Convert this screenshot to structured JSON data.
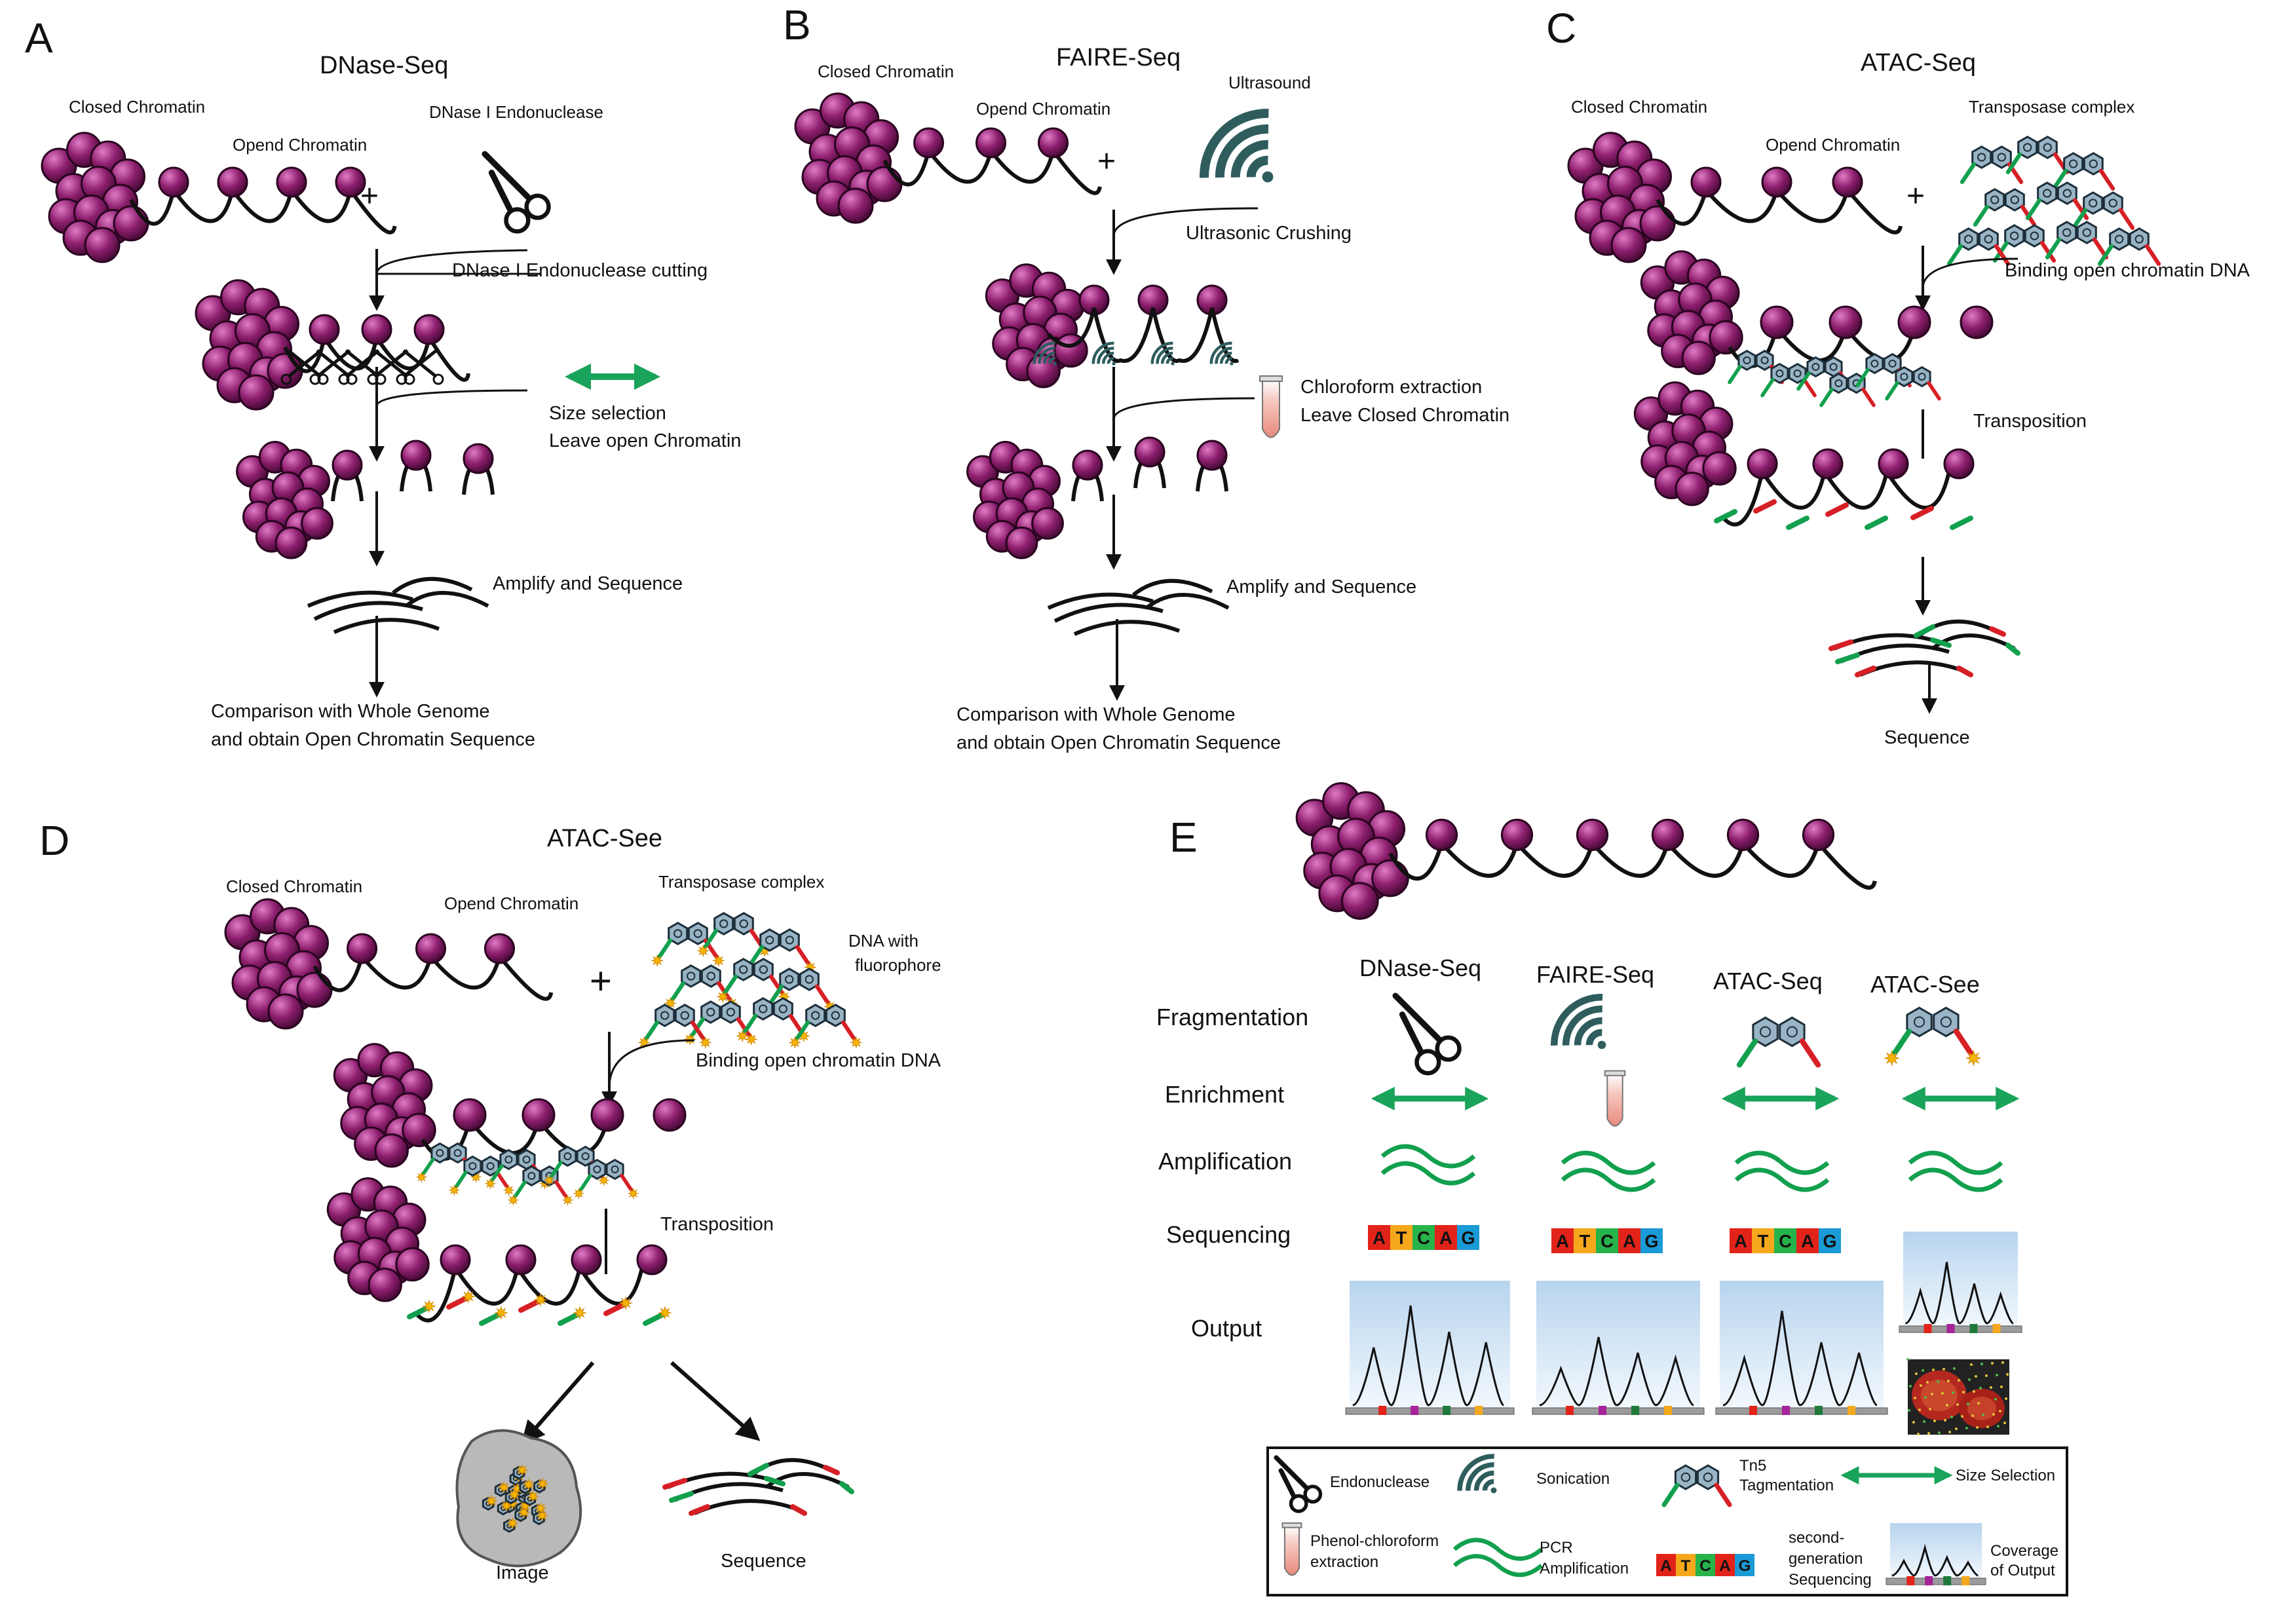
{
  "panels": {
    "A": {
      "letter": "A",
      "title": "DNase-Seq",
      "closed": "Closed Chromatin",
      "open": "Opend Chromatin",
      "reagent": "DNase I Endonuclease",
      "step1": "DNase I Endonuclease cutting",
      "step2a": "Size selection",
      "step2b": "Leave open Chromatin",
      "step3": "Amplify and Sequence",
      "out1": "Comparison with  Whole Genome",
      "out2": "and obtain Open Chromatin Sequence"
    },
    "B": {
      "letter": "B",
      "title": "FAIRE-Seq",
      "closed": "Closed Chromatin",
      "open": "Opend Chromatin",
      "reagent": "Ultrasound",
      "step1": "Ultrasonic Crushing",
      "step2a": "Chloroform extraction",
      "step2b": "Leave Closed Chromatin",
      "step3": "Amplify and Sequence",
      "out1": "Comparison with  Whole Genome",
      "out2": "and obtain Open Chromatin Sequence"
    },
    "C": {
      "letter": "C",
      "title": "ATAC-Seq",
      "closed": "Closed Chromatin",
      "open": "Opend Chromatin",
      "reagent": "Transposase complex",
      "step1": "Binding open chromatin DNA",
      "step2": "Transposition",
      "out": "Sequence"
    },
    "D": {
      "letter": "D",
      "title": "ATAC-See",
      "closed": "Closed Chromatin",
      "open": "Opend Chromatin",
      "reagent": "Transposase complex",
      "reagent2a": "DNA with",
      "reagent2b": "fluorophore",
      "step1": "Binding open chromatin DNA",
      "step2": "Transposition",
      "out_image": "Image",
      "out_seq": "Sequence"
    },
    "E": {
      "letter": "E",
      "columns": [
        "DNase-Seq",
        "FAIRE-Seq",
        "ATAC-Seq",
        "ATAC-See"
      ],
      "rows": [
        "Fragmentation",
        "Enrichment",
        "Amplification",
        "Sequencing",
        "Output"
      ],
      "seq_letters": [
        "A",
        "T",
        "C",
        "A",
        "G"
      ],
      "legend": {
        "endonuclease": "Endonuclease",
        "sonication": "Sonication",
        "tn5_a": "Tn5",
        "tn5_b": "Tagmentation",
        "size": "Size Selection",
        "phenol_a": "Phenol-chloroform",
        "phenol_b": "extraction",
        "pcr_a": "PCR",
        "pcr_b": "Amplification",
        "ngs_a": "second-",
        "ngs_b": "generation",
        "ngs_c": "Sequencing",
        "cov_a": "Coverage",
        "cov_b": "of Output"
      }
    }
  },
  "colors": {
    "nucleosome": "#8e1f6e",
    "dna": "#111111",
    "adapter_red": "#d71f26",
    "adapter_green": "#12a04e",
    "size_selection": "#1aa35a",
    "ultrasound": "#2f5d5e",
    "tube": "#f0a79b",
    "fluorophore": "#f7b500",
    "seq_A": "#e2231a",
    "seq_T": "#f5a81c",
    "seq_C": "#27b24a",
    "seq_G": "#1a9ad6",
    "output_bg": "#c8dff2"
  }
}
